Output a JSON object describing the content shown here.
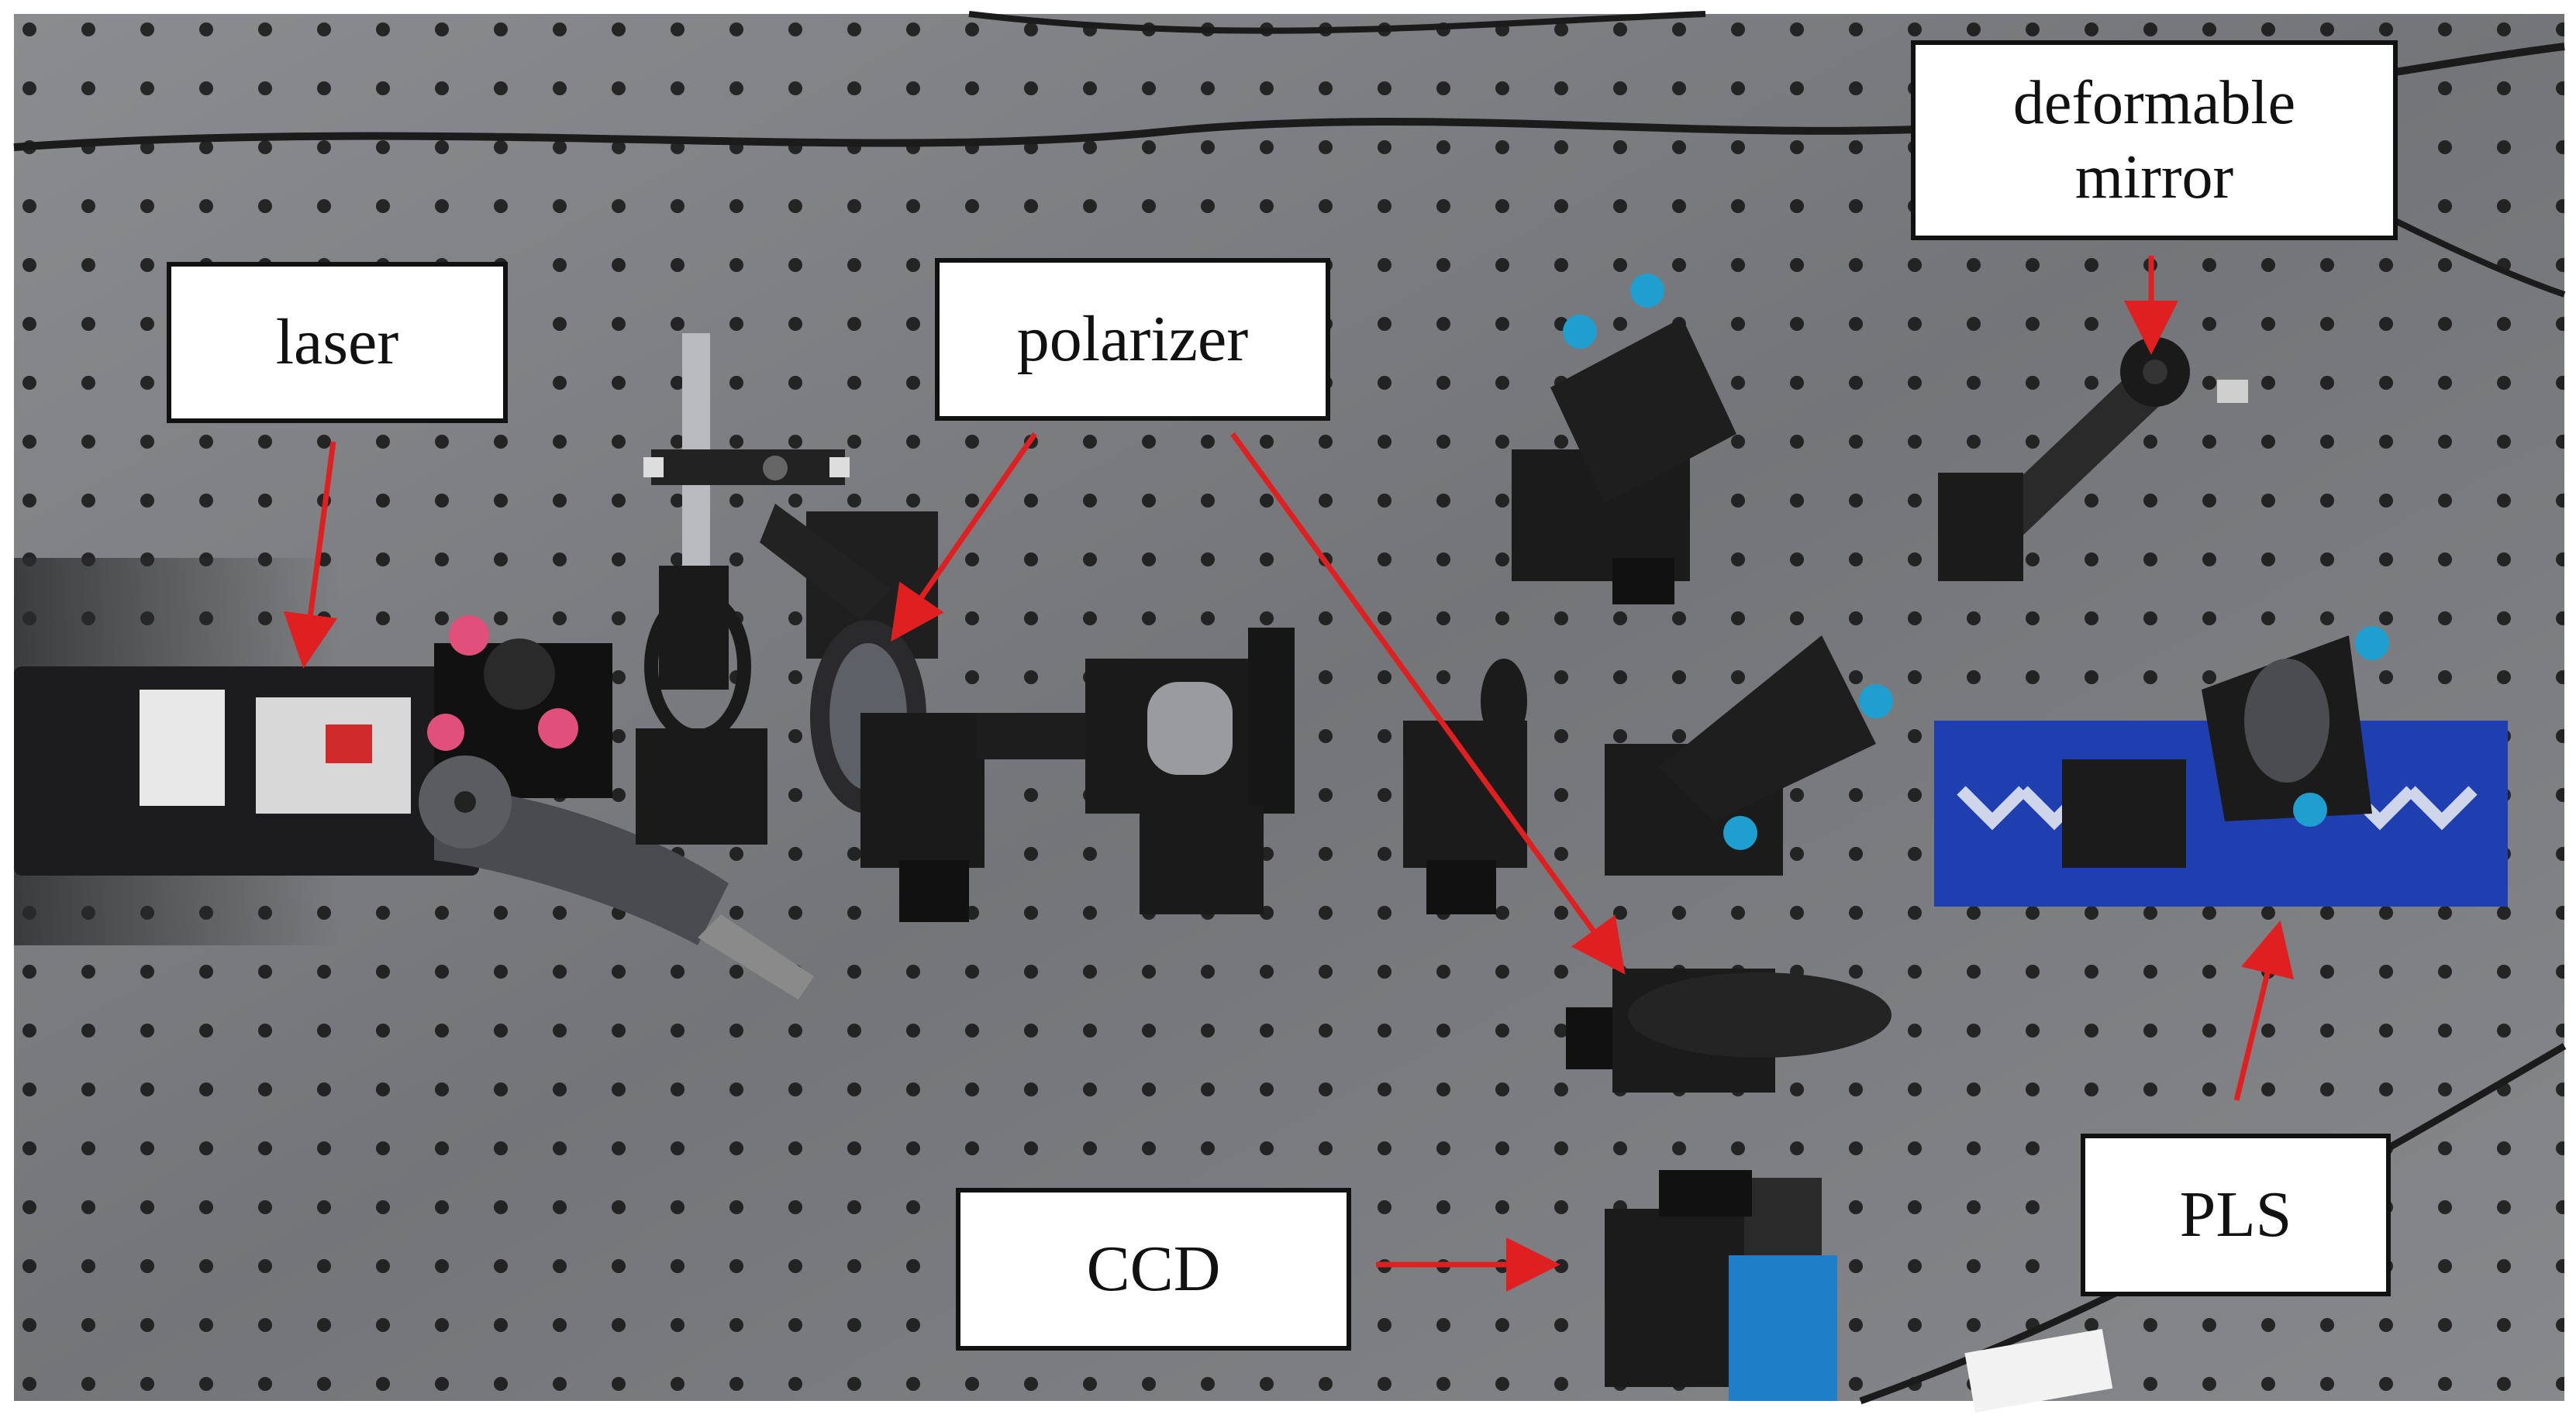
{
  "labels": {
    "laser": "laser",
    "polarizer": "polarizer",
    "deformable_mirror_line1": "deformable",
    "deformable_mirror_line2": "mirror",
    "ccd": "CCD",
    "pls": "PLS"
  },
  "colors": {
    "table": "#7d7f82",
    "hole": "#141414",
    "arrow": "#e02020",
    "mount": "#1a1a1a",
    "stage": "#1f3fb0",
    "knob_blue": "#1e9fd0",
    "knob_pink": "#e0507a"
  }
}
